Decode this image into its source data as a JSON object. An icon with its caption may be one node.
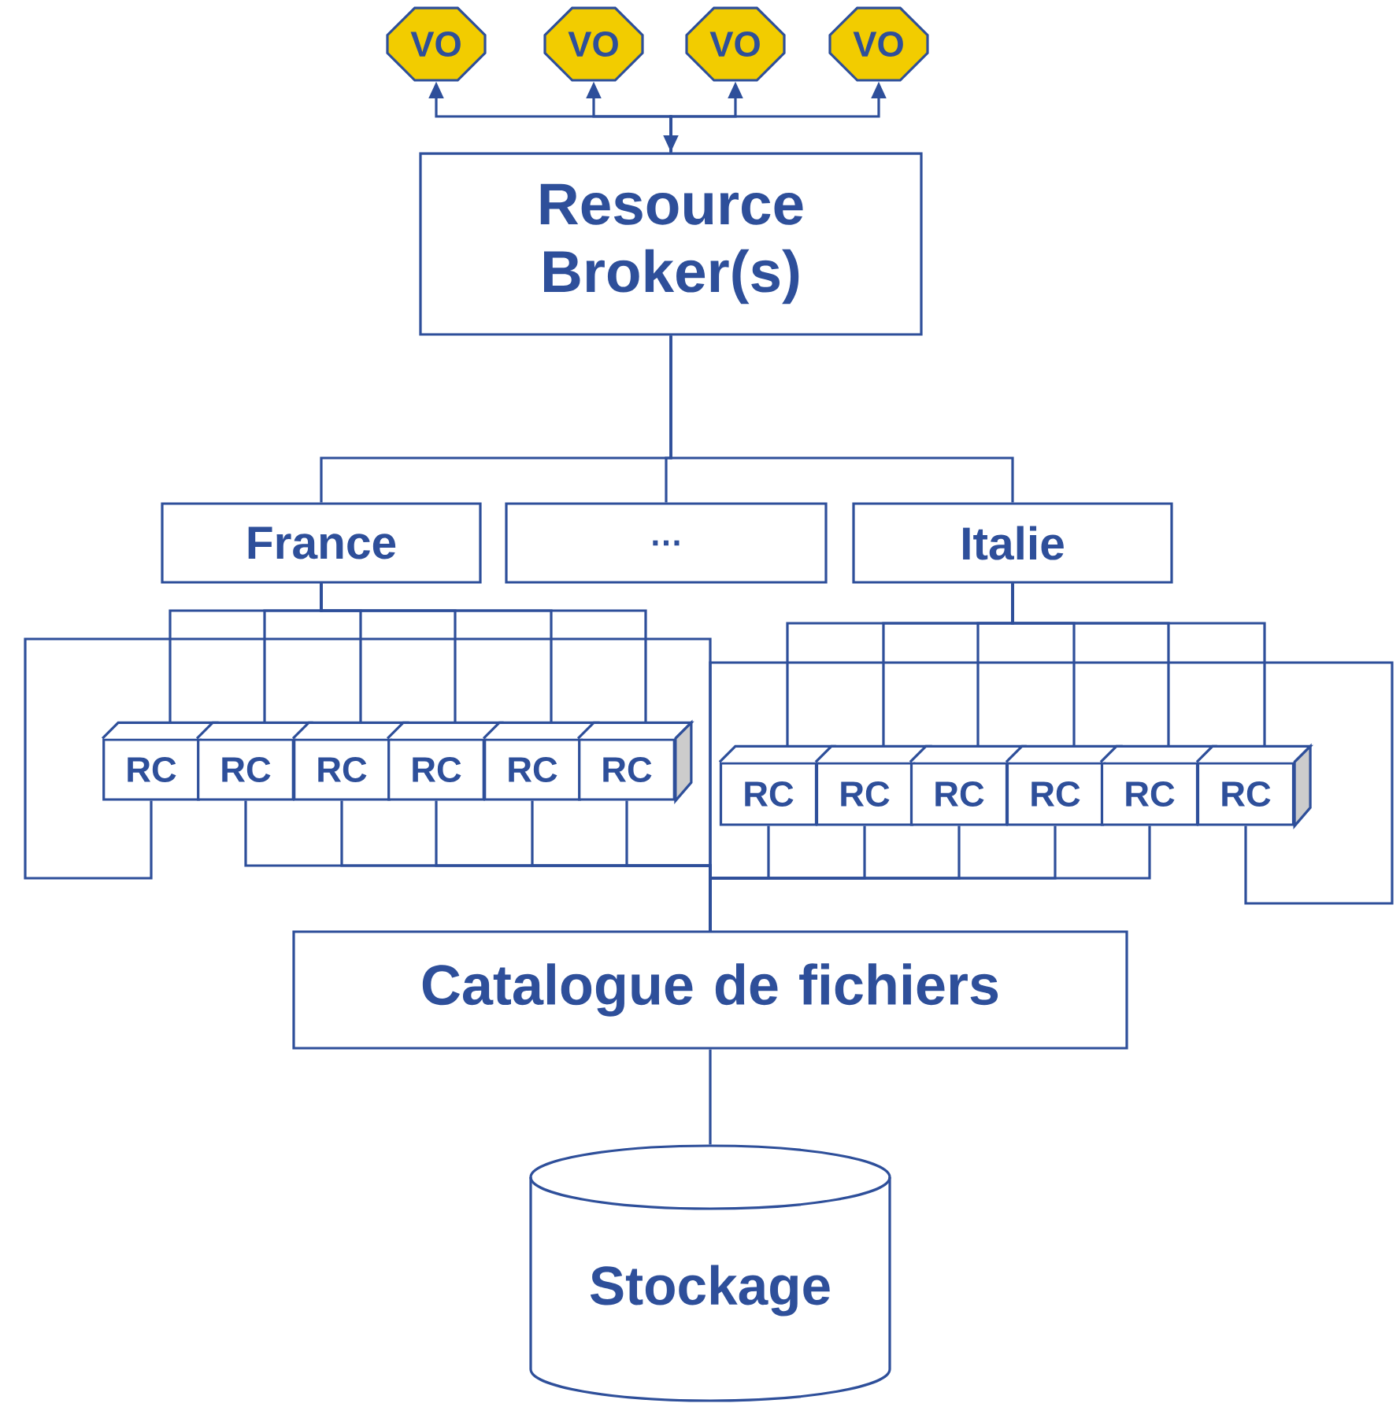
{
  "diagram": {
    "nodes": [
      {
        "text": [
          "VO"
        ]
      },
      {
        "text": [
          "VO"
        ]
      },
      {
        "text": [
          "VO"
        ]
      },
      {
        "text": [
          "VO"
        ]
      },
      {
        "text": [
          "Resource Broker(s)"
        ]
      },
      {
        "text": [
          "France"
        ]
      },
      {
        "text": [
          "…"
        ]
      },
      {
        "text": [
          "Italie"
        ]
      },
      {
        "text": [
          "RC"
        ]
      },
      {
        "text": [
          "RC"
        ]
      },
      {
        "text": [
          "RC"
        ]
      },
      {
        "text": [
          "RC"
        ]
      },
      {
        "text": [
          "RC"
        ]
      },
      {
        "text": [
          "RC"
        ]
      },
      {
        "text": [
          "RC"
        ]
      },
      {
        "text": [
          "RC"
        ]
      },
      {
        "text": [
          "RC"
        ]
      },
      {
        "text": [
          "RC"
        ]
      },
      {
        "text": [
          "RC"
        ]
      },
      {
        "text": [
          "RC"
        ]
      },
      {
        "text": [
          "Catalogue de fichiers"
        ]
      },
      {
        "text": [
          "Stockage"
        ]
      }
    ],
    "edges": [
      {
        "from": null,
        "to": 4,
        "arrow": "to"
      },
      {
        "from": 4,
        "to": 0,
        "arrow": "to"
      },
      {
        "from": 4,
        "to": 1,
        "arrow": "to"
      },
      {
        "from": 4,
        "to": 2,
        "arrow": "to"
      },
      {
        "from": 4,
        "to": 3,
        "arrow": "to"
      },
      {
        "from": 4,
        "to": 5,
        "arrow": "none"
      },
      {
        "from": 4,
        "to": 6,
        "arrow": "none"
      },
      {
        "from": 4,
        "to": 7,
        "arrow": "none"
      },
      {
        "from": 5,
        "to": 8,
        "arrow": "none"
      },
      {
        "from": 5,
        "to": 9,
        "arrow": "none"
      },
      {
        "from": 5,
        "to": 10,
        "arrow": "none"
      },
      {
        "from": 5,
        "to": 11,
        "arrow": "none"
      },
      {
        "from": 5,
        "to": 12,
        "arrow": "none"
      },
      {
        "from": 5,
        "to": 13,
        "arrow": "none"
      },
      {
        "from": 7,
        "to": 14,
        "arrow": "none"
      },
      {
        "from": 7,
        "to": 15,
        "arrow": "none"
      },
      {
        "from": 7,
        "to": 16,
        "arrow": "none"
      },
      {
        "from": 7,
        "to": 17,
        "arrow": "none"
      },
      {
        "from": 7,
        "to": 18,
        "arrow": "none"
      },
      {
        "from": 7,
        "to": 19,
        "arrow": "none"
      },
      {
        "from": 8,
        "to": 20,
        "arrow": "none"
      },
      {
        "from": 9,
        "to": 20,
        "arrow": "none"
      },
      {
        "from": 10,
        "to": 20,
        "arrow": "none"
      },
      {
        "from": 11,
        "to": 20,
        "arrow": "none"
      },
      {
        "from": 12,
        "to": 20,
        "arrow": "none"
      },
      {
        "from": 13,
        "to": 20,
        "arrow": "none"
      },
      {
        "from": 14,
        "to": 20,
        "arrow": "none"
      },
      {
        "from": 15,
        "to": 20,
        "arrow": "none"
      },
      {
        "from": 16,
        "to": 20,
        "arrow": "none"
      },
      {
        "from": 17,
        "to": 20,
        "arrow": "none"
      },
      {
        "from": 18,
        "to": 20,
        "arrow": "none"
      },
      {
        "from": 19,
        "to": 20,
        "arrow": "none"
      },
      {
        "from": 20,
        "to": 21,
        "arrow": "none"
      }
    ]
  }
}
